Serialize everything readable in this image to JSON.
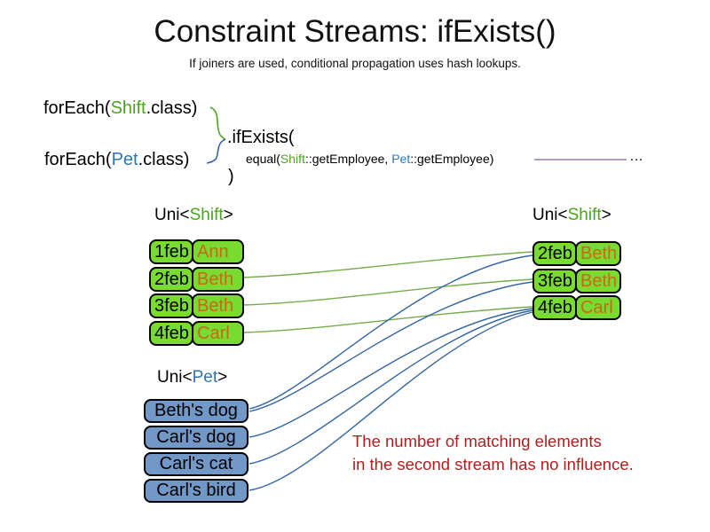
{
  "title": "Constraint Streams: ifExists()",
  "subtitle": "If joiners are used, conditional propagation uses hash lookups.",
  "code": {
    "foreach_shift": {
      "prefix": "forEach(",
      "class_name": "Shift",
      "suffix": ".class)"
    },
    "foreach_pet": {
      "prefix": "forEach(",
      "class_name": "Pet",
      "suffix": ".class)"
    },
    "if_exists": ".ifExists(",
    "equal": {
      "prefix": "equal(",
      "shift_ref": "Shift",
      "mid1": "::getEmployee, ",
      "pet_ref": "Pet",
      "mid2": "::getEmployee)"
    },
    "close_paren": ")",
    "ellipsis": "…"
  },
  "labels": {
    "left_shift": {
      "prefix": "Uni<",
      "type": "Shift",
      "suffix": ">"
    },
    "right_shift": {
      "prefix": "Uni<",
      "type": "Shift",
      "suffix": ">"
    },
    "pet": {
      "prefix": "Uni<",
      "type": "Pet",
      "suffix": ">"
    }
  },
  "left_shift_rows": [
    {
      "date": "1feb",
      "name": "Ann"
    },
    {
      "date": "2feb",
      "name": "Beth"
    },
    {
      "date": "3feb",
      "name": "Beth"
    },
    {
      "date": "4feb",
      "name": "Carl"
    }
  ],
  "right_shift_rows": [
    {
      "date": "2feb",
      "name": "Beth"
    },
    {
      "date": "3feb",
      "name": "Beth"
    },
    {
      "date": "4feb",
      "name": "Carl"
    }
  ],
  "pet_rows": [
    "Beth's dog",
    "Carl's dog",
    "Carl's cat",
    "Carl's bird"
  ],
  "note": {
    "line1": "The number of matching elements",
    "line2": "in the second stream has no influence."
  },
  "connections": {
    "green": [
      {
        "from": "left 2feb Beth",
        "to": "right 2feb Beth"
      },
      {
        "from": "left 3feb Beth",
        "to": "right 3feb Beth"
      },
      {
        "from": "left 4feb Carl",
        "to": "right 4feb Carl"
      }
    ],
    "blue": [
      {
        "from": "Beth's dog",
        "to": "right 2feb Beth"
      },
      {
        "from": "Beth's dog",
        "to": "right 3feb Beth"
      },
      {
        "from": "Carl's dog",
        "to": "right 4feb Carl"
      },
      {
        "from": "Carl's cat",
        "to": "right 4feb Carl"
      },
      {
        "from": "Carl's bird",
        "to": "right 4feb Carl"
      }
    ]
  },
  "colors": {
    "shift_green_text": "#4aa41e",
    "pet_blue_text": "#2e74b5",
    "shift_box_fill": "#79da30",
    "pet_box_fill": "#7298c8",
    "employee_orange": "#c86a15",
    "green_line": "#77ac4d",
    "blue_line": "#3465a4",
    "purple_line": "#8064a2",
    "note_red": "#b01e1e"
  }
}
